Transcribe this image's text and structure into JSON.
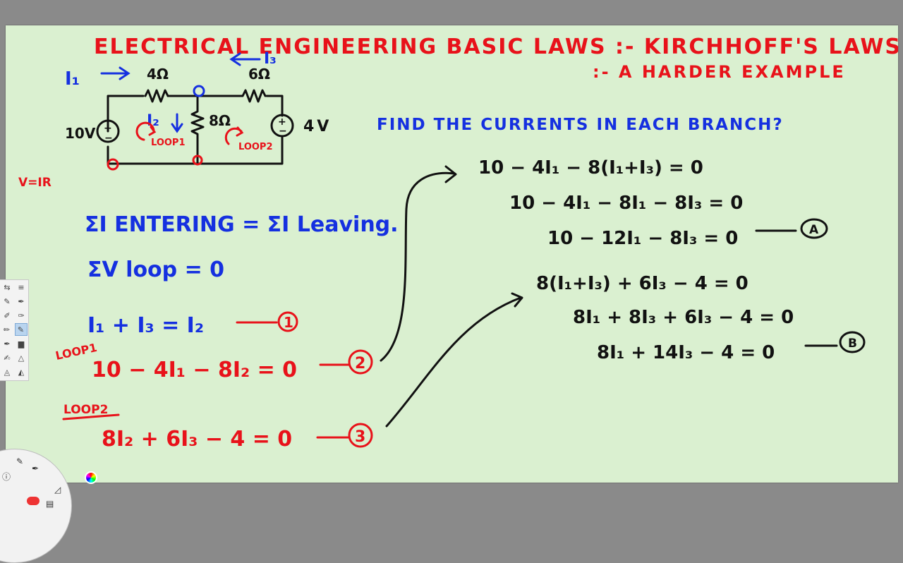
{
  "title": {
    "line1": "ELECTRICAL  ENGINEERING  BASIC  LAWS :- KIRCHHOFF'S  LAWS",
    "line2": ":- A HARDER  EXAMPLE"
  },
  "circuit": {
    "i1_label": "I₁",
    "i3_label": "I₃",
    "r1_label": "4Ω",
    "r3_label": "6Ω",
    "r2_label": "8Ω",
    "i2_label": "I₂",
    "v1_label": "10V",
    "v2_label": "4V",
    "loop1_label": "LOOP1",
    "loop2_label": "LOOP2",
    "ohm_note": "V=IR"
  },
  "question": "FIND  THE  CURRENTS  IN  EACH  BRANCH?",
  "laws": {
    "kcl": "ΣI ENTERING = ΣI Leaving.",
    "kvl": "ΣV loop = 0"
  },
  "equations_left": {
    "eq1": "I₁ + I₃ = I₂",
    "eq1_tag": "1",
    "loop1_heading": "LOOP1",
    "eq2": "10 − 4I₁ − 8I₂ = 0",
    "eq2_tag": "2",
    "loop2_heading": "LOOP2",
    "eq3": "8I₂ + 6I₃ − 4 = 0",
    "eq3_tag": "3"
  },
  "equations_right": {
    "a1": "10 − 4I₁ − 8(I₁+I₃) = 0",
    "a2": "10 − 4I₁ − 8I₁ − 8I₃ = 0",
    "a3": "10 − 12I₁ − 8I₃ = 0",
    "a_tag": "A",
    "b1": "8(I₁+I₃) + 6I₃ − 4 = 0",
    "b2": "8I₁ + 8I₃ + 6I₃ − 4 = 0",
    "b3": "8I₁ + 14I₃ − 4 = 0",
    "b_tag": "B"
  },
  "colors": {
    "red": "#e8121a",
    "blue": "#1530e0",
    "black": "#111111",
    "board": "#daf0d0"
  }
}
